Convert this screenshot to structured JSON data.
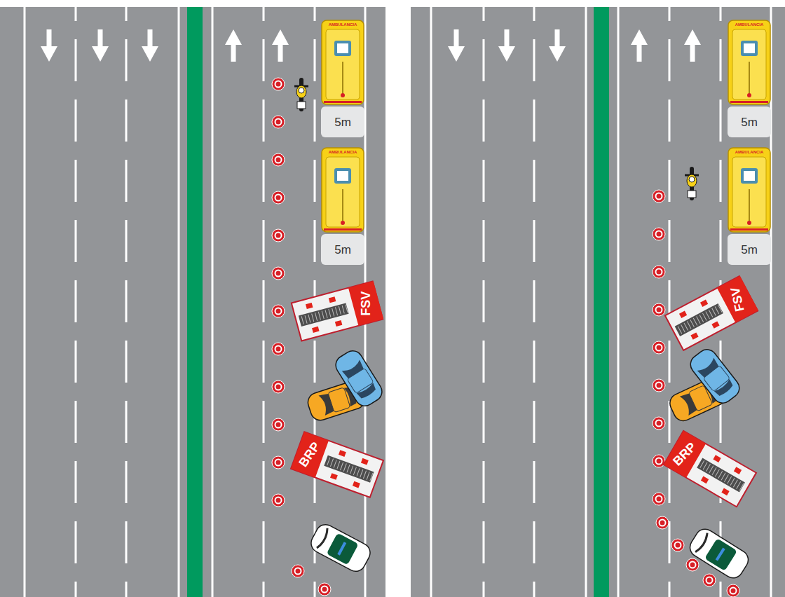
{
  "diagram": {
    "nodes": [
      {
        "text": [
          "AMBULANCIA"
        ]
      },
      {
        "text": [
          "5m"
        ]
      },
      {
        "text": [
          "AMBULANCIA"
        ]
      },
      {
        "text": [
          "5m"
        ]
      },
      {
        "text": [
          "FSV"
        ]
      },
      {
        "text": [
          "BRP"
        ]
      },
      {
        "text": [
          "AMBULANCIA"
        ]
      },
      {
        "text": [
          "5m"
        ]
      },
      {
        "text": [
          "AMBULANCIA"
        ]
      },
      {
        "text": [
          "5m"
        ]
      },
      {
        "text": [
          "FSV"
        ]
      },
      {
        "text": [
          "BRP"
        ]
      }
    ]
  }
}
